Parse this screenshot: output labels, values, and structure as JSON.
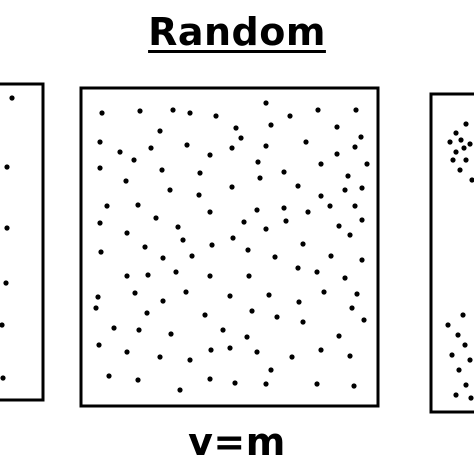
{
  "title": "Random",
  "formula": "v=m",
  "colors": {
    "ink": "#000000",
    "background": "#ffffff"
  },
  "panels": [
    {
      "name": "left-panel-partial",
      "pattern": "uniform",
      "dots": [
        [
          12,
          98
        ],
        [
          7,
          167
        ],
        [
          7,
          228
        ],
        [
          6,
          283
        ],
        [
          2,
          325
        ],
        [
          3,
          378
        ]
      ]
    },
    {
      "name": "center-panel-random",
      "pattern": "random",
      "dots": [
        [
          102,
          113
        ],
        [
          140,
          111
        ],
        [
          173,
          110
        ],
        [
          190,
          113
        ],
        [
          216,
          116
        ],
        [
          266,
          103
        ],
        [
          290,
          116
        ],
        [
          318,
          110
        ],
        [
          356,
          110
        ],
        [
          160,
          131
        ],
        [
          236,
          128
        ],
        [
          271,
          125
        ],
        [
          241,
          138
        ],
        [
          337,
          127
        ],
        [
          361,
          137
        ],
        [
          100,
          142
        ],
        [
          120,
          152
        ],
        [
          151,
          148
        ],
        [
          187,
          145
        ],
        [
          210,
          155
        ],
        [
          232,
          148
        ],
        [
          266,
          146
        ],
        [
          306,
          142
        ],
        [
          337,
          154
        ],
        [
          355,
          147
        ],
        [
          100,
          168
        ],
        [
          134,
          160
        ],
        [
          162,
          170
        ],
        [
          200,
          173
        ],
        [
          258,
          162
        ],
        [
          284,
          172
        ],
        [
          321,
          164
        ],
        [
          348,
          176
        ],
        [
          367,
          164
        ],
        [
          126,
          181
        ],
        [
          170,
          190
        ],
        [
          232,
          187
        ],
        [
          260,
          178
        ],
        [
          298,
          186
        ],
        [
          321,
          196
        ],
        [
          345,
          190
        ],
        [
          362,
          188
        ],
        [
          107,
          206
        ],
        [
          138,
          205
        ],
        [
          199,
          195
        ],
        [
          210,
          212
        ],
        [
          257,
          210
        ],
        [
          284,
          208
        ],
        [
          308,
          212
        ],
        [
          330,
          206
        ],
        [
          355,
          206
        ],
        [
          100,
          223
        ],
        [
          156,
          218
        ],
        [
          178,
          227
        ],
        [
          244,
          222
        ],
        [
          266,
          229
        ],
        [
          286,
          221
        ],
        [
          339,
          226
        ],
        [
          362,
          220
        ],
        [
          127,
          233
        ],
        [
          145,
          247
        ],
        [
          183,
          240
        ],
        [
          212,
          245
        ],
        [
          233,
          238
        ],
        [
          248,
          250
        ],
        [
          303,
          244
        ],
        [
          350,
          235
        ],
        [
          101,
          252
        ],
        [
          163,
          258
        ],
        [
          192,
          256
        ],
        [
          275,
          257
        ],
        [
          298,
          268
        ],
        [
          331,
          256
        ],
        [
          362,
          260
        ],
        [
          127,
          276
        ],
        [
          148,
          275
        ],
        [
          176,
          272
        ],
        [
          210,
          276
        ],
        [
          249,
          276
        ],
        [
          317,
          272
        ],
        [
          345,
          278
        ],
        [
          98,
          297
        ],
        [
          135,
          293
        ],
        [
          163,
          301
        ],
        [
          186,
          292
        ],
        [
          230,
          296
        ],
        [
          269,
          295
        ],
        [
          299,
          302
        ],
        [
          324,
          292
        ],
        [
          357,
          294
        ],
        [
          96,
          308
        ],
        [
          147,
          313
        ],
        [
          205,
          315
        ],
        [
          252,
          311
        ],
        [
          277,
          317
        ],
        [
          303,
          322
        ],
        [
          352,
          308
        ],
        [
          114,
          328
        ],
        [
          139,
          330
        ],
        [
          171,
          334
        ],
        [
          223,
          330
        ],
        [
          247,
          337
        ],
        [
          339,
          336
        ],
        [
          364,
          320
        ],
        [
          99,
          345
        ],
        [
          127,
          352
        ],
        [
          160,
          357
        ],
        [
          190,
          360
        ],
        [
          211,
          350
        ],
        [
          230,
          348
        ],
        [
          257,
          352
        ],
        [
          271,
          370
        ],
        [
          292,
          357
        ],
        [
          321,
          350
        ],
        [
          350,
          356
        ],
        [
          109,
          376
        ],
        [
          138,
          380
        ],
        [
          180,
          390
        ],
        [
          210,
          379
        ],
        [
          235,
          383
        ],
        [
          266,
          384
        ],
        [
          317,
          384
        ],
        [
          354,
          386
        ]
      ]
    },
    {
      "name": "right-panel-partial",
      "pattern": "clustered",
      "dots": [
        [
          466,
          124
        ],
        [
          456,
          133
        ],
        [
          461,
          140
        ],
        [
          450,
          142
        ],
        [
          464,
          148
        ],
        [
          456,
          152
        ],
        [
          470,
          144
        ],
        [
          453,
          160
        ],
        [
          466,
          160
        ],
        [
          460,
          170
        ],
        [
          472,
          180
        ],
        [
          448,
          325
        ],
        [
          463,
          315
        ],
        [
          458,
          335
        ],
        [
          465,
          345
        ],
        [
          452,
          355
        ],
        [
          470,
          360
        ],
        [
          459,
          370
        ],
        [
          466,
          385
        ],
        [
          456,
          395
        ],
        [
          471,
          398
        ]
      ]
    }
  ]
}
